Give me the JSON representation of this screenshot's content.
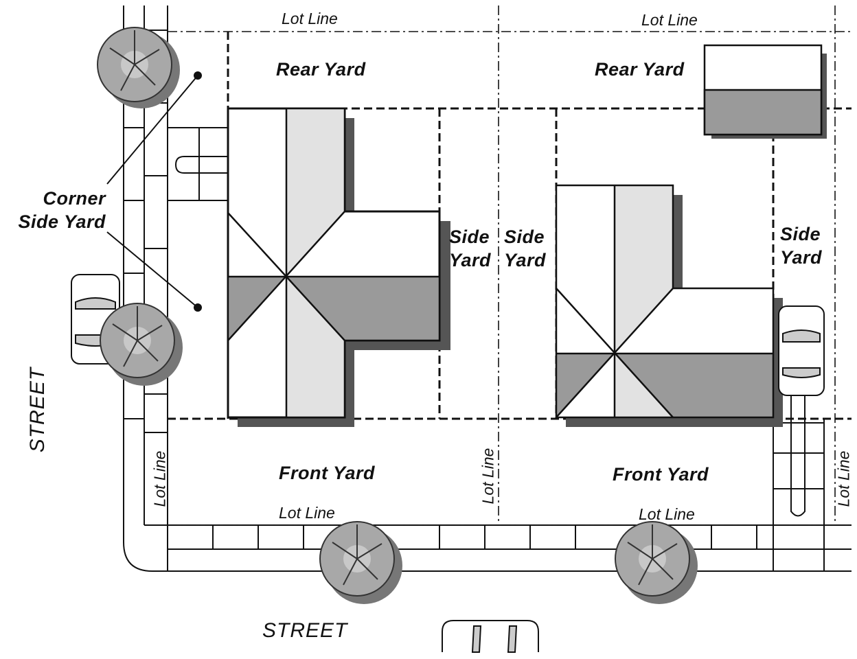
{
  "labels": {
    "lot_line": "Lot Line",
    "rear_yard": "Rear Yard",
    "front_yard": "Front Yard",
    "side_yard_line1": "Side",
    "side_yard_line2": "Yard",
    "corner_side_yard_line1": "Corner",
    "corner_side_yard_line2": "Side Yard",
    "street": "STREET"
  },
  "colors": {
    "line": "#111111",
    "dark_roof": "#9a9a9a",
    "light_roof": "#e2e2e2",
    "shadow": "#555555",
    "tree": "#a8a8a8"
  },
  "icons": [
    "tree-icon",
    "car-icon"
  ]
}
